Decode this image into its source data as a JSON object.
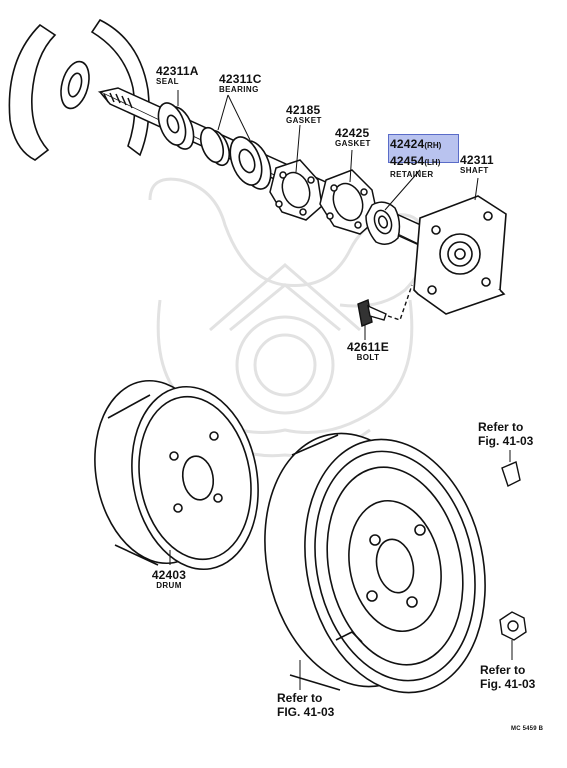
{
  "parts": {
    "seal": {
      "number": "42311A",
      "name": "SEAL"
    },
    "bearing": {
      "number": "42311C",
      "name": "BEARING"
    },
    "gasket_1": {
      "number": "42185",
      "name": "GASKET"
    },
    "gasket_2": {
      "number": "42425",
      "name": "GASKET"
    },
    "retainer": {
      "number_rh": "42424",
      "suffix_rh": "(RH)",
      "number_lh": "42454",
      "suffix_lh": "(LH)",
      "name": "RETAINER"
    },
    "shaft": {
      "number": "42311",
      "name": "SHAFT"
    },
    "bolt": {
      "number": "42611E",
      "name": "BOLT"
    },
    "drum": {
      "number": "42403",
      "name": "DRUM"
    }
  },
  "refs": {
    "top_right": {
      "line1": "Refer to",
      "line2": "Fig. 41-03"
    },
    "bottom_right": {
      "line1": "Refer to",
      "line2": "Fig. 41-03"
    },
    "bottom_left": {
      "line1": "Refer to",
      "line2": "FIG. 41-03"
    }
  },
  "diagram_code": "MC 5459 B",
  "colors": {
    "ink": "#111111",
    "highlight": "#b9c3ef",
    "highlight_border": "#5a6cc8",
    "watermark": "#e4e4e4"
  }
}
